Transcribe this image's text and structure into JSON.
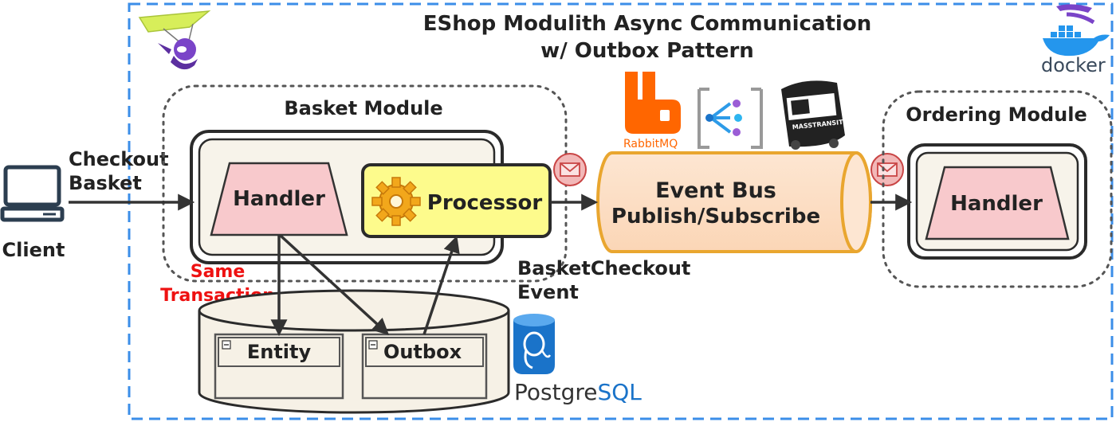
{
  "title": {
    "line1": "EShop Modulith Async Communication",
    "line2": "w/ Outbox Pattern"
  },
  "client": {
    "label": "Client"
  },
  "checkout": {
    "line1": "Checkout",
    "line2": "Basket"
  },
  "basket_module": {
    "title": "Basket Module",
    "handler": "Handler",
    "processor": "Processor"
  },
  "transaction_note": {
    "line1": "Same",
    "line2": "Transaction"
  },
  "database": {
    "entity": "Entity",
    "outbox": "Outbox"
  },
  "event_label": {
    "line1": "BasketCheckout",
    "line2": "Event"
  },
  "event_bus": {
    "line1": "Event Bus",
    "line2": "Publish/Subscribe"
  },
  "ordering_module": {
    "title": "Ordering Module",
    "handler": "Handler"
  },
  "logos": {
    "rabbitmq": "RabbitMQ",
    "masstransit": "MASSTRANSIT",
    "docker": "docker",
    "postgres_prefix": "Postgre",
    "postgres_suffix": "SQL"
  },
  "colors": {
    "frame_border": "#3b8ee8",
    "handler_fill": "#f8c9cc",
    "processor_fill": "#fdfb8c",
    "bus_fill": "#fde0c6",
    "bus_stroke": "#e9a62f",
    "transaction_text": "#ee1111",
    "rabbit_orange": "#ff6600",
    "postgres_blue": "#1a73c9"
  }
}
